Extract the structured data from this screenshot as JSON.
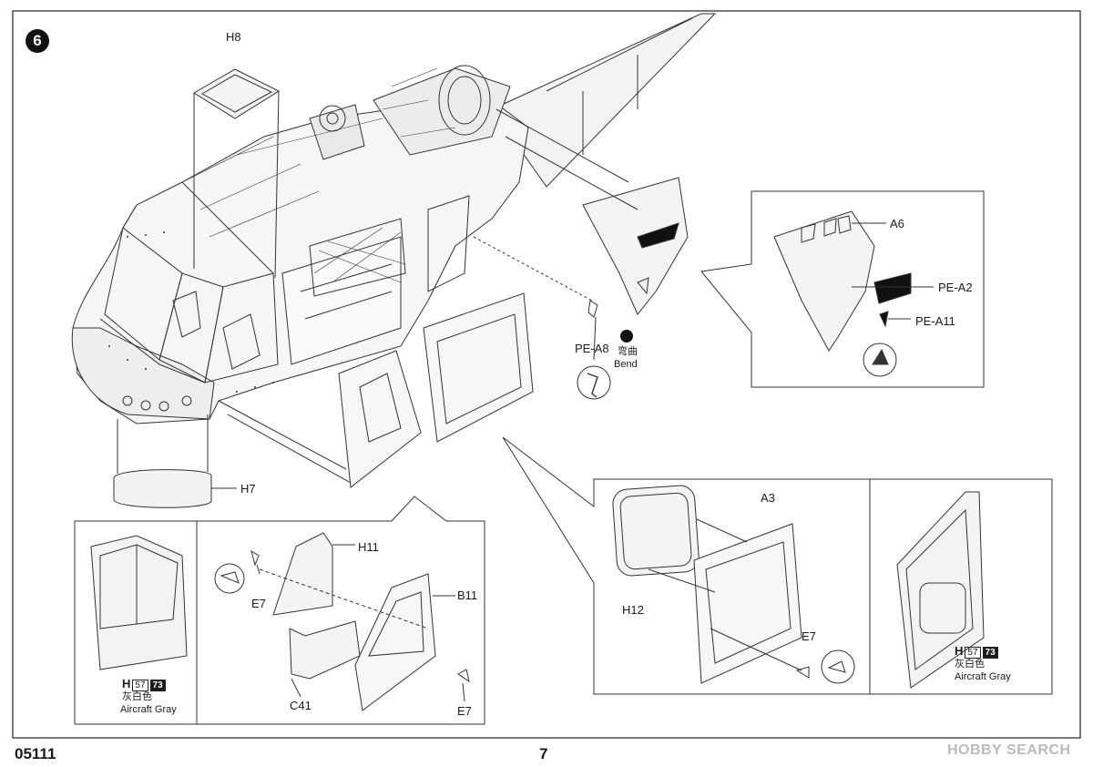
{
  "step_number": "6",
  "labels": {
    "h8": "H8",
    "h7": "H7",
    "a6": "A6",
    "pe_a2": "PE-A2",
    "pe_a11": "PE-A11",
    "pe_a8": "PE-A8",
    "bend_zh": "弯曲",
    "bend_en": "Bend",
    "h11": "H11",
    "b11": "B11",
    "e7_left": "E7",
    "e7_mid": "E7",
    "e7_right": "E7",
    "c41": "C41",
    "a3": "A3",
    "h12": "H12"
  },
  "paint_left": {
    "code": "H",
    "num1": "57",
    "num2": "73",
    "zh": "灰白色",
    "en": "Aircraft Gray"
  },
  "paint_right": {
    "code": "H",
    "num1": "57",
    "num2": "73",
    "zh": "灰白色",
    "en": "Aircraft Gray"
  },
  "footer": {
    "kit_number": "05111",
    "page_number": "7"
  },
  "watermark": "HOBBY SEARCH"
}
